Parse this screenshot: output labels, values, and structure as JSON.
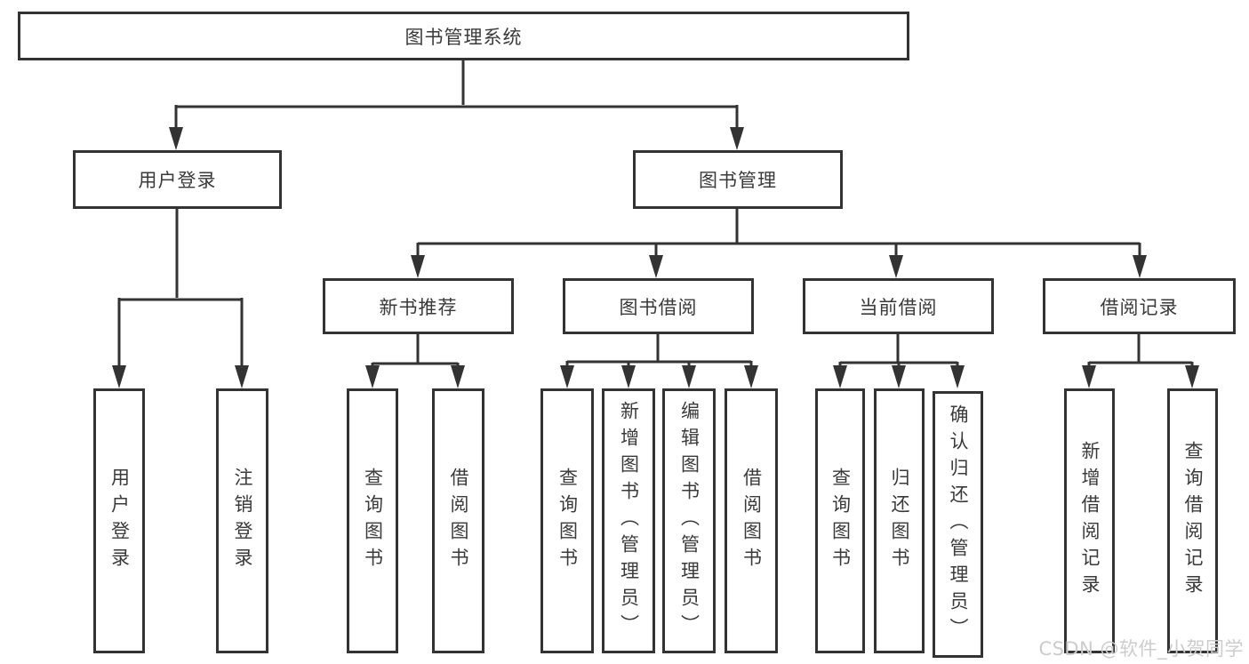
{
  "diagram": {
    "root": {
      "label": "图书管理系统"
    },
    "branches": [
      {
        "label": "用户登录",
        "leaves": [
          {
            "label": "用户登录"
          },
          {
            "label": "注销登录"
          }
        ]
      },
      {
        "label": "图书管理",
        "groups": [
          {
            "label": "新书推荐",
            "leaves": [
              {
                "label": "查询图书"
              },
              {
                "label": "借阅图书"
              }
            ]
          },
          {
            "label": "图书借阅",
            "leaves": [
              {
                "label": "查询图书"
              },
              {
                "label": "新增图书（管理员）"
              },
              {
                "label": "编辑图书（管理员）"
              },
              {
                "label": "借阅图书"
              }
            ]
          },
          {
            "label": "当前借阅",
            "leaves": [
              {
                "label": "查询图书"
              },
              {
                "label": "归还图书"
              },
              {
                "label": "确认归还（管理员）"
              }
            ]
          },
          {
            "label": "借阅记录",
            "leaves": [
              {
                "label": "新增借阅记录"
              },
              {
                "label": "查询借阅记录"
              }
            ]
          }
        ]
      }
    ]
  },
  "watermark": {
    "text": "CSDN @软件_小贺同学"
  },
  "colors": {
    "line": "#333333",
    "text": "#3a3a3a",
    "background": "#ffffff",
    "watermark": "#cccccc"
  }
}
